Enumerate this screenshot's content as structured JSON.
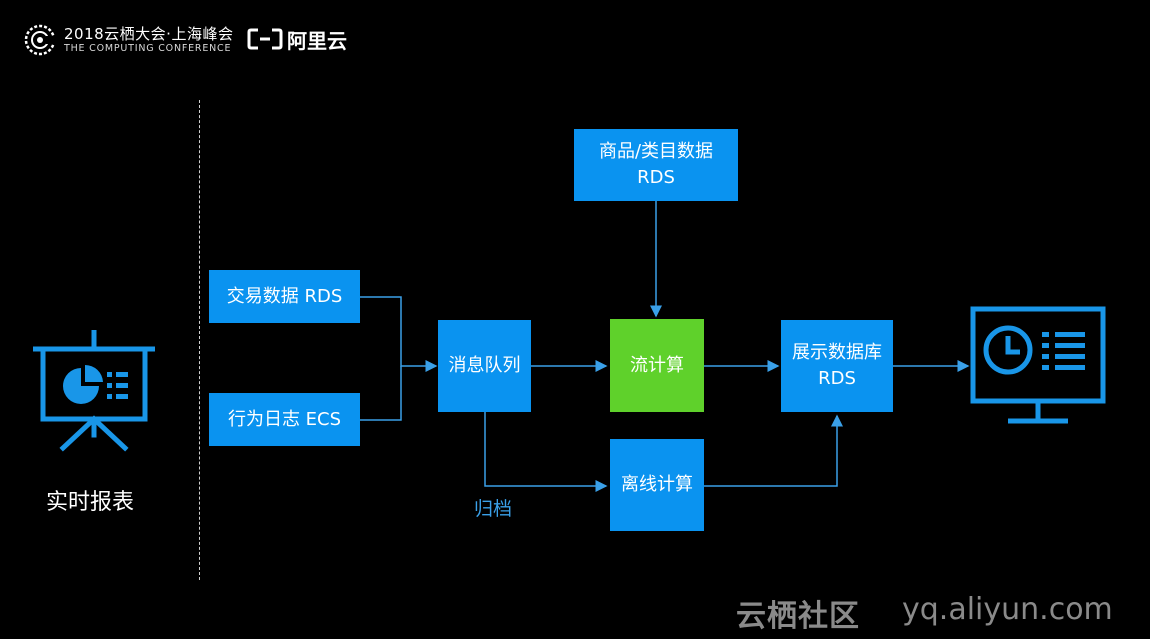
{
  "header": {
    "conference_title": "2018云栖大会·上海峰会",
    "conference_subtitle": "THE COMPUTING CONFERENCE",
    "brand": "阿里云"
  },
  "sidebar": {
    "label": "实时报表",
    "icon": "presentation-board-icon"
  },
  "colors": {
    "background": "#000000",
    "node_blue": "#0a93f0",
    "node_green": "#5fd12b",
    "edge": "#3aa0e8",
    "edge_label": "#3aa0e8",
    "icon_blue": "#1996e8"
  },
  "nodes": {
    "trade_rds": "交易数据 RDS",
    "behavior_log": "行为日志 ECS",
    "message_queue": "消息队列",
    "product_rds_line1": "商品/类目数据",
    "product_rds_line2": "RDS",
    "stream_compute": "流计算",
    "offline_compute": "离线计算",
    "display_rds_line1": "展示数据库",
    "display_rds_line2": "RDS",
    "monitor": "monitor-dashboard-icon"
  },
  "edges": {
    "archive_label": "归档"
  },
  "watermark": {
    "site_name": "云栖社区",
    "url": "yq.aliyun.com"
  }
}
